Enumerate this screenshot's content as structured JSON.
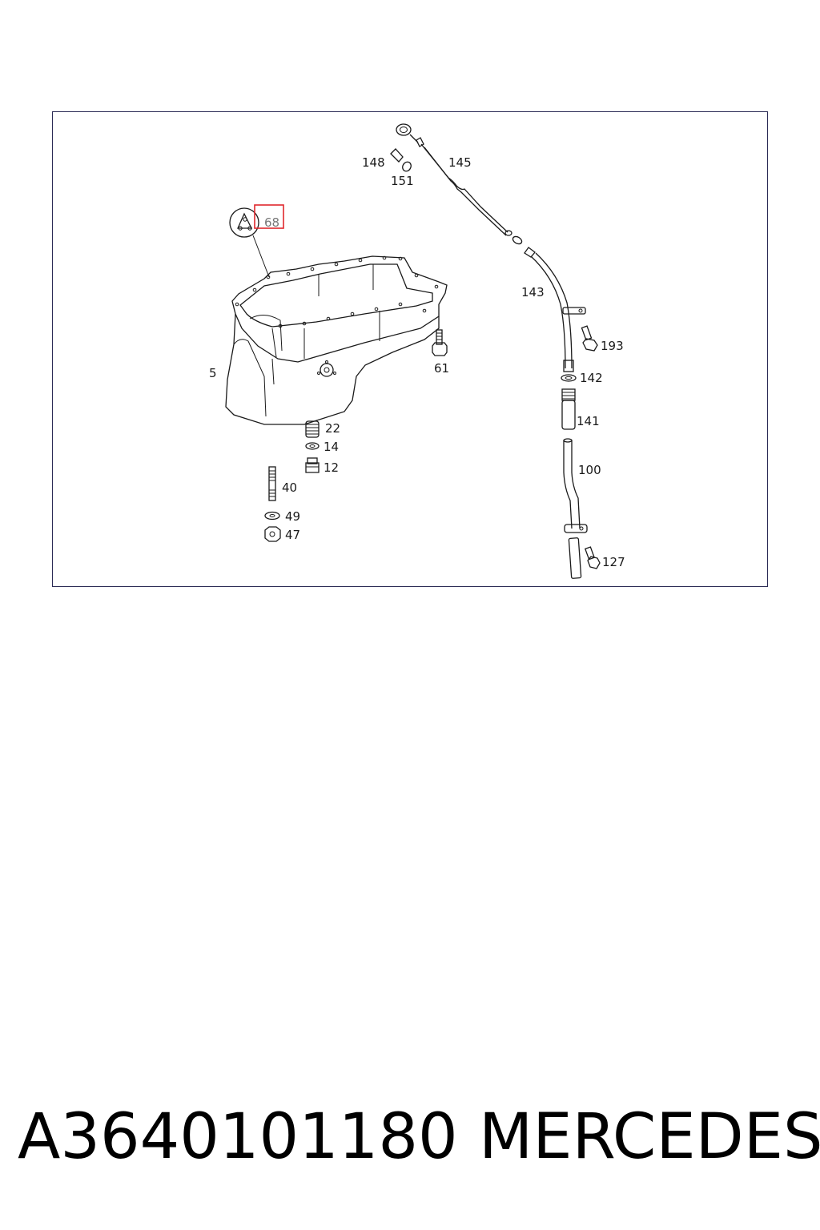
{
  "callouts": {
    "c5": "5",
    "c12": "12",
    "c14": "14",
    "c22": "22",
    "c40": "40",
    "c47": "47",
    "c49": "49",
    "c61": "61",
    "c68": "68",
    "c100": "100",
    "c127": "127",
    "c141": "141",
    "c142": "142",
    "c143": "143",
    "c145": "145",
    "c148": "148",
    "c151": "151",
    "c193": "193"
  },
  "highlight": {
    "target": "68",
    "color": "#e0282d"
  },
  "footer": {
    "part_number": "A3640101180",
    "brand": "MERCEDES"
  }
}
